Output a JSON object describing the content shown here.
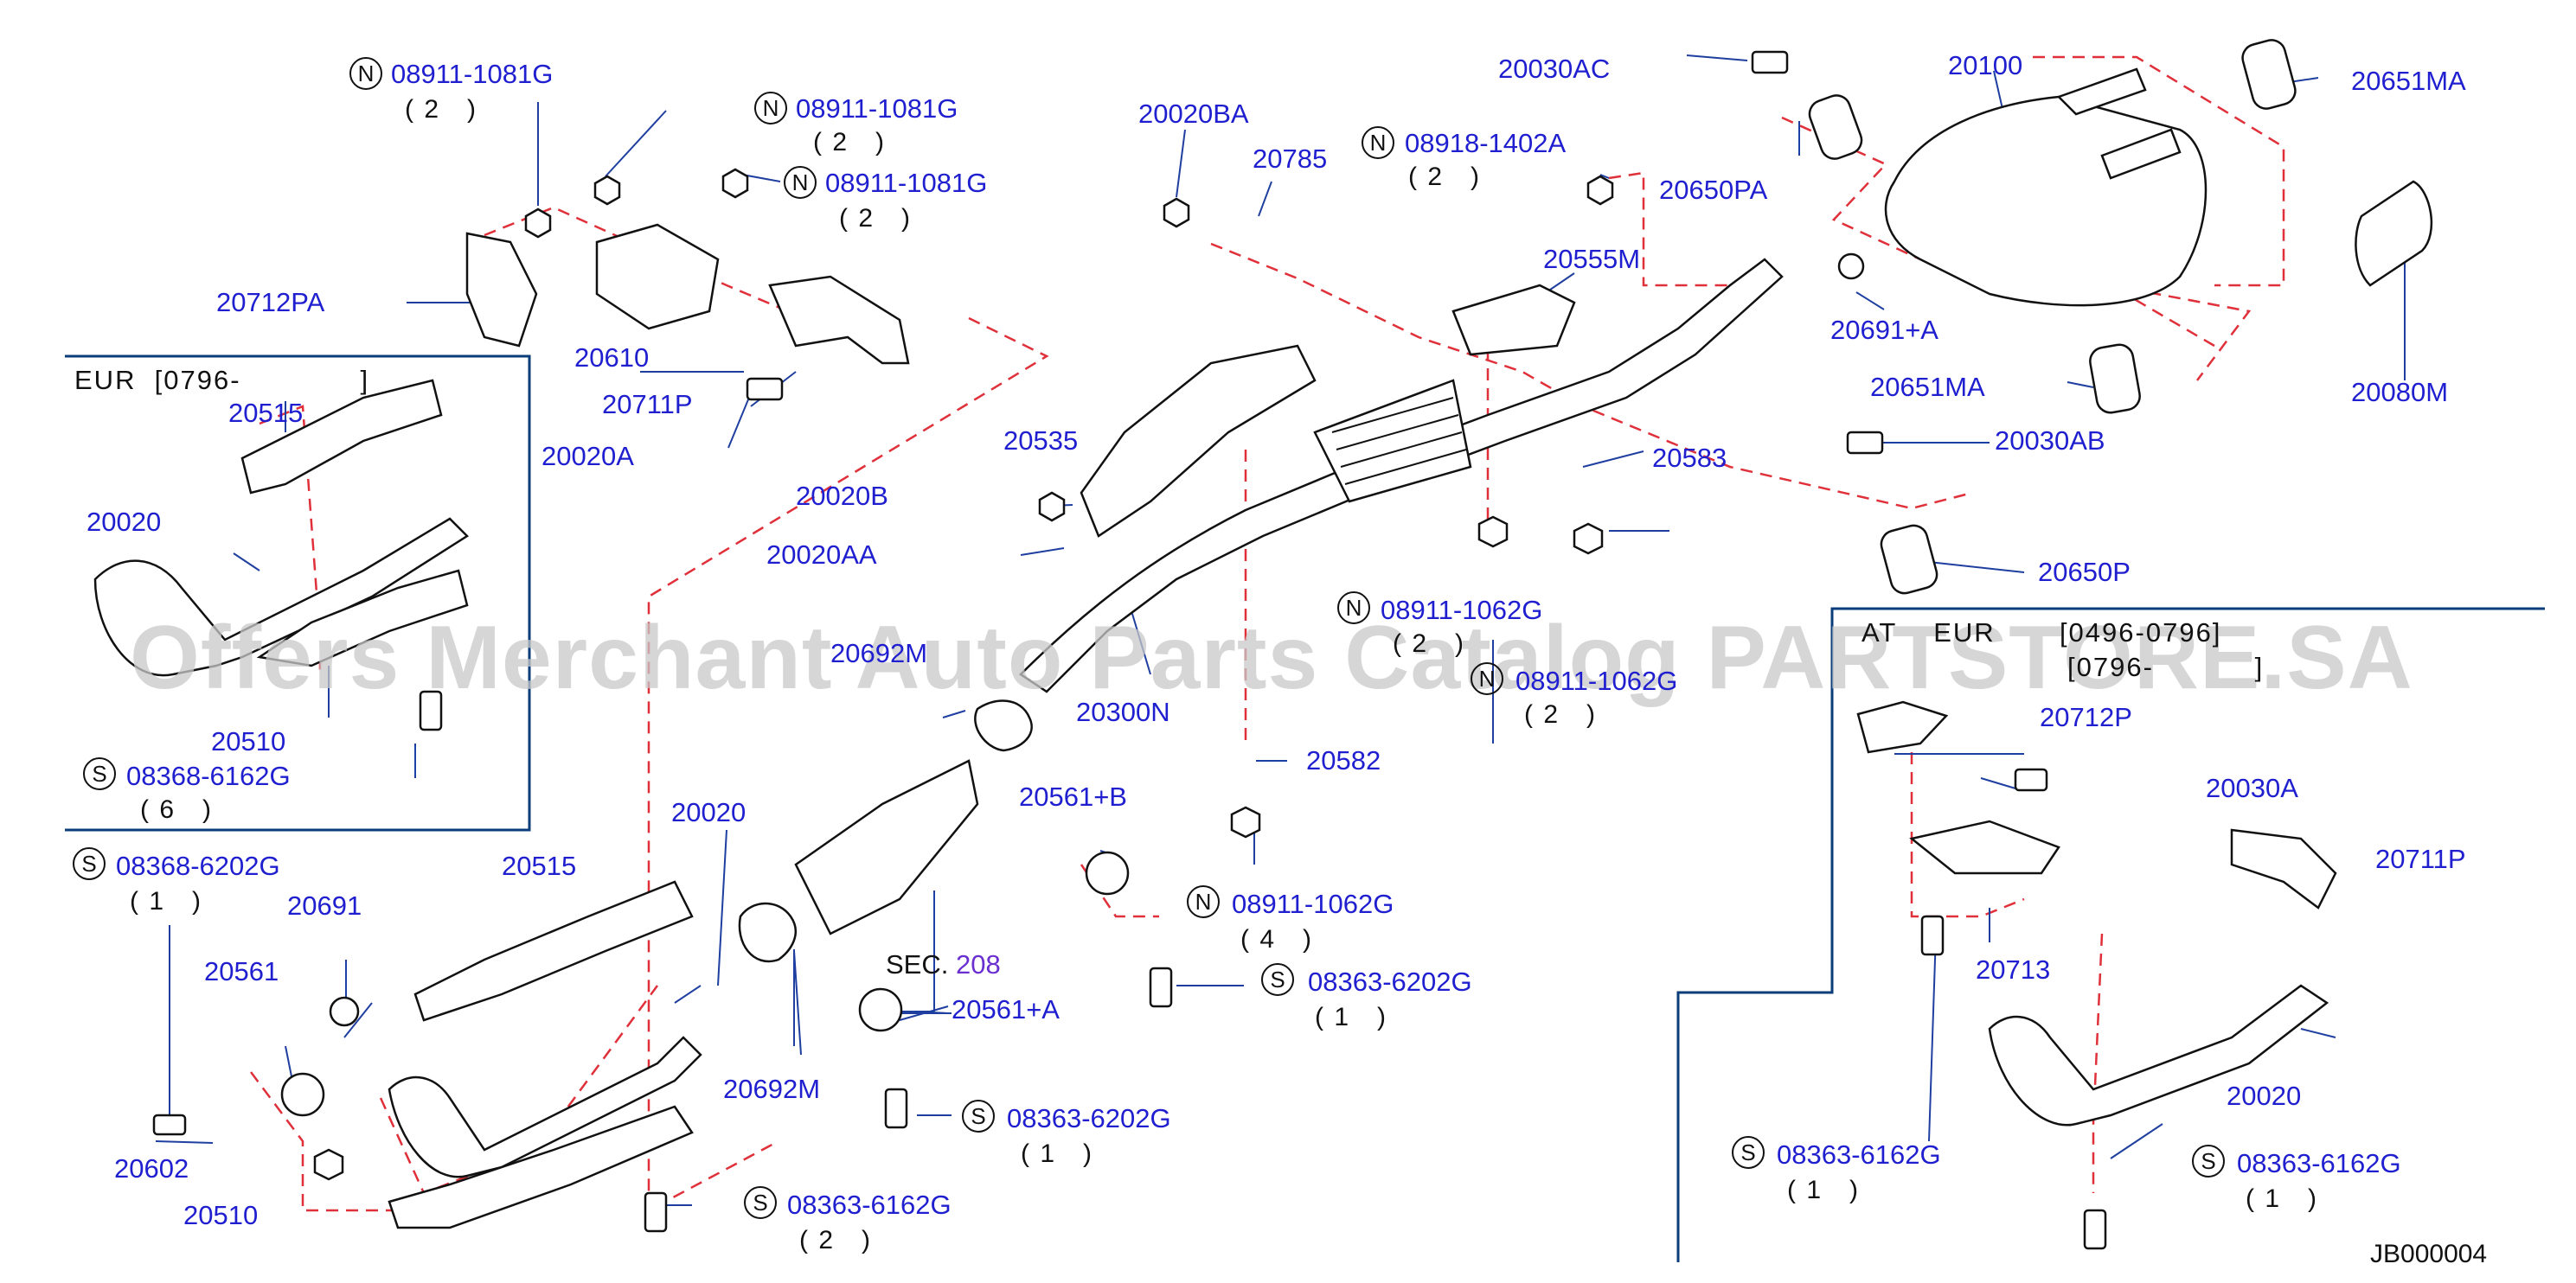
{
  "watermark": "Offers Merchant Auto Parts Catalog PARTSTORE.SA",
  "diagram_code": "JB000004",
  "inset_boxes": {
    "left_title": "EUR  [0796-             ]",
    "right_title_1": "AT    EUR       [0496-0796]",
    "right_title_2": "[0796-           ]"
  },
  "section_ref": {
    "prefix": "SEC.",
    "number": "208"
  },
  "callouts": {
    "c1": {
      "text": "08911-1081G",
      "badge": "N",
      "qty": "( 2   )"
    },
    "c2": {
      "text": "08911-1081G",
      "badge": "N",
      "qty": "( 2   )"
    },
    "c3": {
      "text": "08911-1081G",
      "badge": "N",
      "qty": "( 2   )"
    },
    "c4": {
      "text": "08918-1402A",
      "badge": "N",
      "qty": "( 2   )"
    },
    "c5": {
      "text": "08911-1062G",
      "badge": "N",
      "qty": "( 2   )"
    },
    "c6": {
      "text": "08911-1062G",
      "badge": "N",
      "qty": "( 2   )"
    },
    "c7": {
      "text": "08911-1062G",
      "badge": "N",
      "qty": "( 4   )"
    },
    "c8": {
      "text": "08368-6162G",
      "badge": "S",
      "qty": "( 6   )"
    },
    "c9": {
      "text": "08368-6202G",
      "badge": "S",
      "qty": "( 1   )"
    },
    "c10": {
      "text": "08363-6202G",
      "badge": "S",
      "qty": "( 1   )"
    },
    "c11": {
      "text": "08363-6202G",
      "badge": "S",
      "qty": "( 1   )"
    },
    "c12": {
      "text": "08363-6162G",
      "badge": "S",
      "qty": "( 2   )"
    },
    "c13": {
      "text": "08363-6162G",
      "badge": "S",
      "qty": "( 1   )"
    },
    "c14": {
      "text": "08363-6162G",
      "badge": "S",
      "qty": "( 1   )"
    }
  },
  "parts": {
    "p20712PA": "20712PA",
    "p20610": "20610",
    "p20711P": "20711P",
    "p20020A": "20020A",
    "p20020BA": "20020BA",
    "p20785": "20785",
    "p20030AC": "20030AC",
    "p20100": "20100",
    "p20651MA_top": "20651MA",
    "p20650PA": "20650PA",
    "p20555M": "20555M",
    "p20691A": "20691+A",
    "p20080M": "20080M",
    "p20651MA_mid": "20651MA",
    "p20030AB": "20030AB",
    "p20583": "20583",
    "p20650P": "20650P",
    "p20535": "20535",
    "p20020B": "20020B",
    "p20020AA": "20020AA",
    "p20692M_top": "20692M",
    "p20300N": "20300N",
    "p20582": "20582",
    "p20561A_plus": "20561+B",
    "p20561A": "20561+A",
    "p20692M": "20692M",
    "p20515_eur": "20515",
    "p20020_eur": "20020",
    "p20510_eur": "20510",
    "p20020_main": "20020",
    "p20515_main": "20515",
    "p20691": "20691",
    "p20561": "20561",
    "p20602": "20602",
    "p20510_main": "20510",
    "p20712P_r": "20712P",
    "p20030A_r": "20030A",
    "p20711P_r": "20711P",
    "p20713_r": "20713",
    "p20020_r": "20020"
  }
}
